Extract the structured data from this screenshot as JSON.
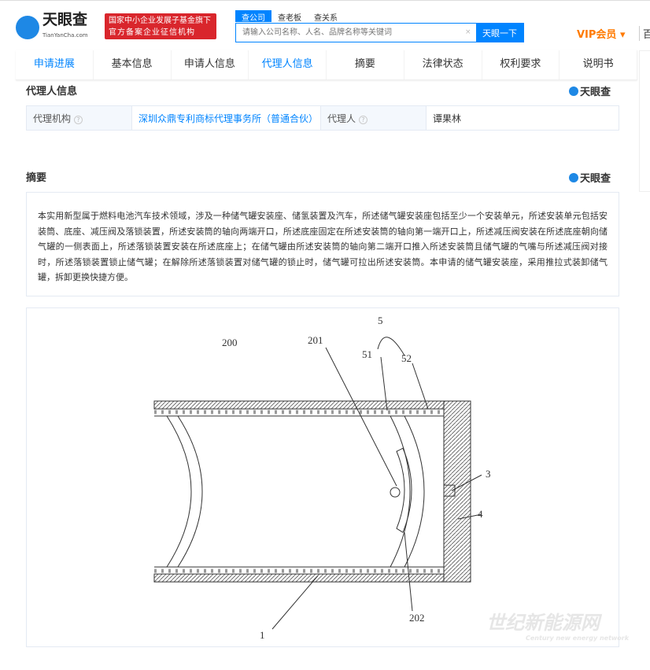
{
  "header": {
    "logo_text": "天眼查",
    "logo_sub": "TianYanCha.com",
    "badge_line1": "国家中小企业发展子基金旗下",
    "badge_line2": "官方备案企业征信机构",
    "search_tabs": [
      "查公司",
      "查老板",
      "查关系"
    ],
    "search_placeholder": "请输入公司名称、人名、品牌名称等关键词",
    "clear_icon": "×",
    "search_button": "天眼一下",
    "vip": "VIP会员 ▾",
    "more": "百"
  },
  "nav": [
    "申请进展",
    "基本信息",
    "申请人信息",
    "代理人信息",
    "摘要",
    "法律状态",
    "权利要求",
    "说明书"
  ],
  "agent": {
    "title": "代理人信息",
    "brand": "天眼查",
    "org_label": "代理机构",
    "org_value": "深圳众鼎专利商标代理事务所（普通合伙）",
    "agent_label": "代理人",
    "agent_value": "谭果林",
    "help": "?"
  },
  "abstract": {
    "title": "摘要",
    "brand": "天眼查",
    "text": "本实用新型属于燃料电池汽车技术领域，涉及一种储气罐安装座、储氢装置及汽车，所述储气罐安装座包括至少一个安装单元，所述安装单元包括安装筒、底座、减压阀及落锁装置，所述安装筒的轴向两端开口，所述底座固定在所述安装筒的轴向第一端开口上，所述减压阀安装在所述底座朝向储气罐的一侧表面上，所述落锁装置安装在所述底座上；在储气罐由所述安装筒的轴向第二端开口推入所述安装筒且储气罐的气嘴与所述减压阀对接时，所述落锁装置锁止储气罐；在解除所述落锁装置对储气罐的锁止时，储气罐可拉出所述安装筒。本申请的储气罐安装座，采用推拉式装卸储气罐，拆卸更换快捷方便。"
  },
  "figure_labels": {
    "l200": "200",
    "l201": "201",
    "l5": "5",
    "l51": "51",
    "l52": "52",
    "l3": "3",
    "l4": "4",
    "l202": "202",
    "l1": "1"
  },
  "watermark": {
    "cn": "世纪新能源网",
    "en": "Century new energy network"
  }
}
